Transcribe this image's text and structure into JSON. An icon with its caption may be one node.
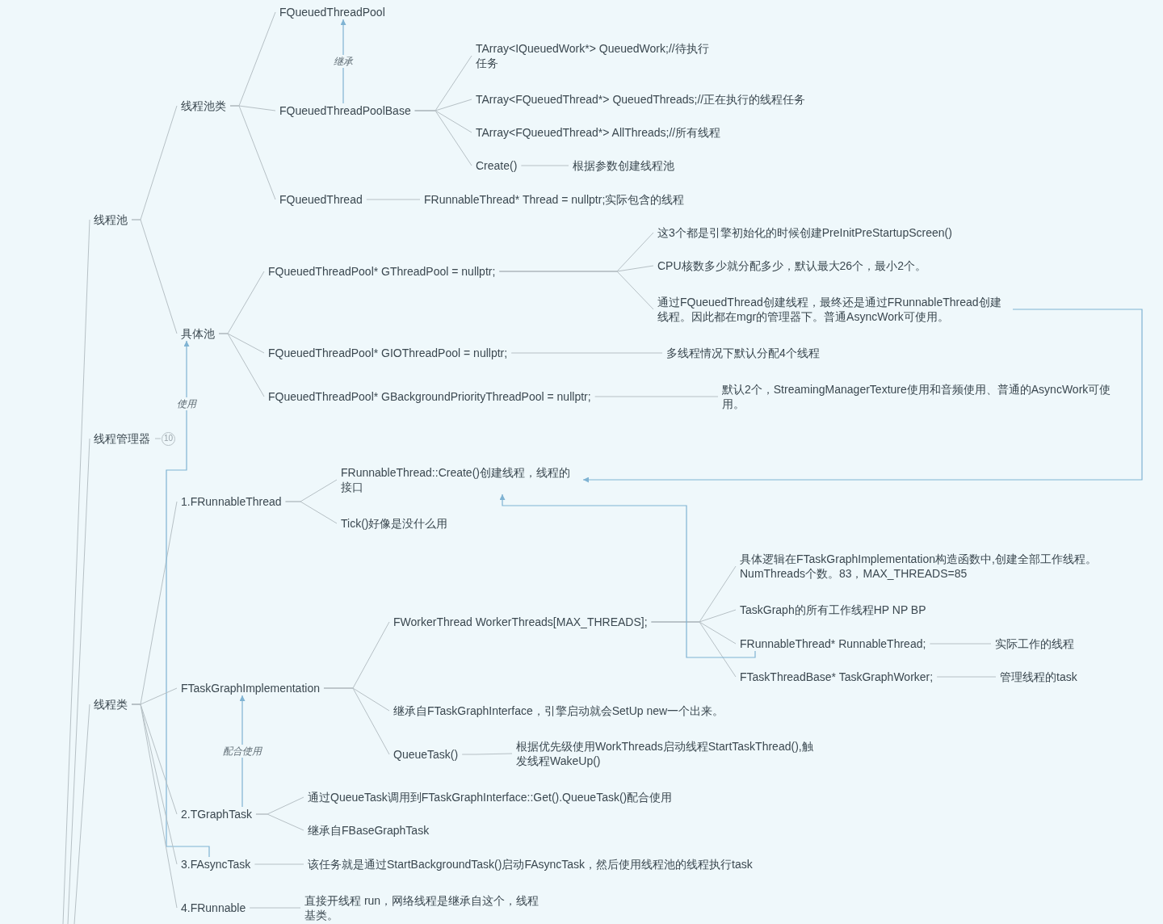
{
  "diagram": {
    "nodes": [
      {
        "text": [
          "线程池"
        ]
      },
      {
        "text": [
          "线程池类"
        ]
      },
      {
        "text": [
          "FQueuedThreadPool"
        ]
      },
      {
        "text": [
          "FQueuedThreadPoolBase"
        ]
      },
      {
        "text": [
          "TArray<IQueuedWork*> QueuedWork;//待执行任务"
        ]
      },
      {
        "text": [
          "TArray<FQueuedThread*> QueuedThreads;//正在执行的线程任务"
        ]
      },
      {
        "text": [
          "TArray<FQueuedThread*> AllThreads;//所有线程"
        ]
      },
      {
        "text": [
          "Create()"
        ]
      },
      {
        "text": [
          "根据参数创建线程池"
        ]
      },
      {
        "text": [
          "FQueuedThread"
        ]
      },
      {
        "text": [
          "FRunnableThread* Thread = nullptr;实际包含的线程"
        ]
      },
      {
        "text": [
          "具体池"
        ]
      },
      {
        "text": [
          "FQueuedThreadPool* GThreadPool = nullptr;"
        ]
      },
      {
        "text": [
          "这3个都是引擎初始化的时候创建PreInitPreStartupScreen()"
        ]
      },
      {
        "text": [
          "CPU核数多少就分配多少，默认最大26个，最小2个。"
        ]
      },
      {
        "text": [
          "通过FQueuedThread创建线程，最终还是通过FRunnableThread创建线程。因此都在mgr的管理器下。普通AsyncWork可使用。"
        ]
      },
      {
        "text": [
          "FQueuedThreadPool* GIOThreadPool = nullptr;"
        ]
      },
      {
        "text": [
          "多线程情况下默认分配4个线程"
        ]
      },
      {
        "text": [
          "FQueuedThreadPool* GBackgroundPriorityThreadPool = nullptr;"
        ]
      },
      {
        "text": [
          "默认2个，StreamingManagerTexture使用和音频使用、普通的AsyncWork可使用。"
        ]
      },
      {
        "text": [
          "线程管理器"
        ],
        "beside": [
          "10"
        ]
      },
      {
        "text": [
          "线程类"
        ]
      },
      {
        "text": [
          "1.FRunnableThread"
        ]
      },
      {
        "text": [
          "FRunnableThread::Create()创建线程，线程的接口"
        ]
      },
      {
        "text": [
          "Tick()好像是没什么用"
        ]
      },
      {
        "text": [
          "FTaskGraphImplementation"
        ]
      },
      {
        "text": [
          "FWorkerThread WorkerThreads[MAX_THREADS];"
        ]
      },
      {
        "text": [
          "具体逻辑在FTaskGraphImplementation构造函数中,创建全部工作线程。NumThreads个数。83，MAX_THREADS=85"
        ]
      },
      {
        "text": [
          "TaskGraph的所有工作线程HP NP BP"
        ]
      },
      {
        "text": [
          "FRunnableThread* RunnableThread;"
        ]
      },
      {
        "text": [
          "实际工作的线程"
        ]
      },
      {
        "text": [
          "FTaskThreadBase* TaskGraphWorker;"
        ]
      },
      {
        "text": [
          "管理线程的task"
        ]
      },
      {
        "text": [
          "继承自FTaskGraphInterface，引擎启动就会SetUp new一个出来。"
        ]
      },
      {
        "text": [
          "QueueTask()"
        ]
      },
      {
        "text": [
          "根据优先级使用WorkThreads启动线程StartTaskThread(),触发线程WakeUp()"
        ]
      },
      {
        "text": [
          "2.TGraphTask"
        ]
      },
      {
        "text": [
          "通过QueueTask调用到FTaskGraphInterface::Get().QueueTask()配合使用"
        ]
      },
      {
        "text": [
          "继承自FBaseGraphTask"
        ]
      },
      {
        "text": [
          "3.FAsyncTask"
        ]
      },
      {
        "text": [
          "该任务就是通过StartBackgroundTask()启动FAsyncTask，然后使用线程池的线程执行task"
        ]
      },
      {
        "text": [
          "4.FRunnable"
        ]
      },
      {
        "text": [
          "直接开线程 run，网络线程是继承自这个，线程基类。"
        ]
      }
    ],
    "edges": [
      {
        "from": null,
        "to": 0,
        "arrow": "none"
      },
      {
        "from": 0,
        "to": 1,
        "arrow": "none"
      },
      {
        "from": 1,
        "to": 2,
        "arrow": "none"
      },
      {
        "from": 1,
        "to": 3,
        "arrow": "none"
      },
      {
        "from": 3,
        "to": 2,
        "arrow": "to",
        "label": "继承",
        "color": "#7fb3d3"
      },
      {
        "from": 3,
        "to": 4,
        "arrow": "none"
      },
      {
        "from": 3,
        "to": 5,
        "arrow": "none"
      },
      {
        "from": 3,
        "to": 6,
        "arrow": "none"
      },
      {
        "from": 3,
        "to": 7,
        "arrow": "none"
      },
      {
        "from": 7,
        "to": 8,
        "arrow": "none"
      },
      {
        "from": 1,
        "to": 9,
        "arrow": "none"
      },
      {
        "from": 9,
        "to": 10,
        "arrow": "none"
      },
      {
        "from": 0,
        "to": 11,
        "arrow": "none"
      },
      {
        "from": 11,
        "to": 12,
        "arrow": "none"
      },
      {
        "from": 12,
        "to": 13,
        "arrow": "none"
      },
      {
        "from": 12,
        "to": 14,
        "arrow": "none"
      },
      {
        "from": 12,
        "to": 15,
        "arrow": "none"
      },
      {
        "from": 11,
        "to": 16,
        "arrow": "none"
      },
      {
        "from": 16,
        "to": 17,
        "arrow": "none"
      },
      {
        "from": 11,
        "to": 18,
        "arrow": "none"
      },
      {
        "from": 18,
        "to": 19,
        "arrow": "none"
      },
      {
        "from": 15,
        "to": 23,
        "arrow": "to",
        "color": "#7fb3d3"
      },
      {
        "from": null,
        "to": 20,
        "arrow": "none"
      },
      {
        "from": null,
        "to": 21,
        "arrow": "none"
      },
      {
        "from": 21,
        "to": 22,
        "arrow": "none"
      },
      {
        "from": 22,
        "to": 23,
        "arrow": "none"
      },
      {
        "from": 22,
        "to": 24,
        "arrow": "none"
      },
      {
        "from": 39,
        "to": 11,
        "arrow": "to",
        "label": "使用",
        "color": "#7fb3d3"
      },
      {
        "from": 21,
        "to": 25,
        "arrow": "none"
      },
      {
        "from": 25,
        "to": 26,
        "arrow": "none"
      },
      {
        "from": 26,
        "to": 27,
        "arrow": "none"
      },
      {
        "from": 26,
        "to": 28,
        "arrow": "none"
      },
      {
        "from": 26,
        "to": 29,
        "arrow": "none"
      },
      {
        "from": 29,
        "to": 30,
        "arrow": "none"
      },
      {
        "from": 26,
        "to": 31,
        "arrow": "none"
      },
      {
        "from": 31,
        "to": 32,
        "arrow": "none"
      },
      {
        "from": 29,
        "to": 23,
        "arrow": "to",
        "color": "#7fb3d3"
      },
      {
        "from": 25,
        "to": 33,
        "arrow": "none"
      },
      {
        "from": 25,
        "to": 34,
        "arrow": "none"
      },
      {
        "from": 34,
        "to": 35,
        "arrow": "none"
      },
      {
        "from": 36,
        "to": 25,
        "arrow": "to",
        "label": "配合使用",
        "color": "#7fb3d3"
      },
      {
        "from": 21,
        "to": 36,
        "arrow": "none"
      },
      {
        "from": 36,
        "to": 37,
        "arrow": "none"
      },
      {
        "from": 36,
        "to": 38,
        "arrow": "none"
      },
      {
        "from": 21,
        "to": 39,
        "arrow": "none"
      },
      {
        "from": 39,
        "to": 40,
        "arrow": "none"
      },
      {
        "from": 21,
        "to": 41,
        "arrow": "none"
      },
      {
        "from": 41,
        "to": 42,
        "arrow": "none"
      }
    ]
  }
}
